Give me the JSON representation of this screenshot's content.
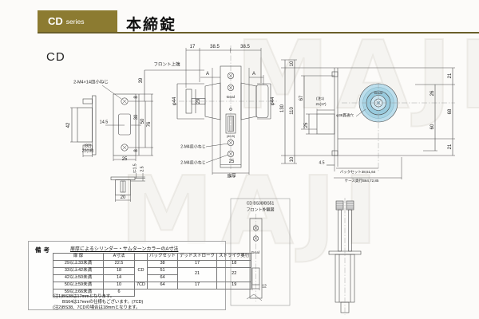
{
  "colors": {
    "accent_gold": "#8C7B31",
    "cylinder_blue": "#A9D5E5",
    "line": "#4A4A4A"
  },
  "watermark": {
    "text": "MAJI"
  },
  "header": {
    "badge_cd": "CD",
    "badge_series": "series",
    "title": "本締錠"
  },
  "drawings": {
    "model_label": "CD",
    "strike": {
      "screw_note": "2-M4×14皿小ねじ",
      "front_top_edge": "フロント上端",
      "d42": "42",
      "d82": "(82)",
      "d2218": "22(18)",
      "d145": "14.5",
      "d25": "25",
      "d39": "39",
      "d8t": "8",
      "d30": "30",
      "d8b": "8",
      "d50": "50",
      "d76": "76",
      "dust_t": "t=1.5",
      "dust_25": "2.5",
      "dust_20": "20"
    },
    "section": {
      "d17": "17",
      "d385l": "38.5",
      "d385r": "38.5",
      "dAl": "A",
      "dAr": "A",
      "d44l": "φ44",
      "d29": "29",
      "d44r": "φ44",
      "brand": "Goal",
      "d405": "(40.5)",
      "screw1": "2-M4皿小ねじ",
      "screw2": "2-M4皿小ねじ",
      "d25": "25",
      "door_thickness": "扉厚"
    },
    "elevation": {
      "d130": "130",
      "d110": "110",
      "d67": "67",
      "d25": "25",
      "d10t": "10",
      "d10b": "10",
      "note1": "(注1)",
      "d2117": "21(17)",
      "hole": "φ38貫通穴",
      "brand": "Goal",
      "d21t": "21",
      "d26": "26",
      "d68": "68",
      "d60": "60",
      "d21b": "21",
      "d45": "4.5",
      "backset": "バックセット38,51,64",
      "case_depth": "ケース奥行B64,72,85"
    },
    "front_view": {
      "title1": "CD BS38/BS51",
      "title2": "フロント外観図",
      "brand": "Goal",
      "d12": "12"
    }
  },
  "remarks": {
    "label": "備考",
    "title": "扉厚によるシリンダー・サムターンカラーのA寸法",
    "thickness_table": {
      "headers": [
        "扉 厚",
        "A寸法"
      ],
      "rows": [
        [
          "29以上33未満",
          "22.5"
        ],
        [
          "33以上42未満",
          "18"
        ],
        [
          "42以上50未満",
          "14"
        ],
        [
          "50以上59未満",
          "10"
        ],
        [
          "59以上66未満",
          "6"
        ]
      ]
    },
    "spec_table": {
      "headers": [
        "",
        "バックセット",
        "デッドストローク",
        "ストライク奥行"
      ],
      "cd": "CD",
      "cd7": "7CD",
      "r1": [
        "38",
        "17",
        "18"
      ],
      "r2": [
        "51",
        "21",
        "22"
      ],
      "r3": [
        "64"
      ],
      "r4": [
        "64",
        "17",
        "19"
      ]
    },
    "notes": [
      "(注1)BS38は17mmとなります。",
      "BS64は17mmの仕様もございます。(7CD)",
      "(注2)BS38、7CDの場合は18mmとなります。"
    ]
  }
}
